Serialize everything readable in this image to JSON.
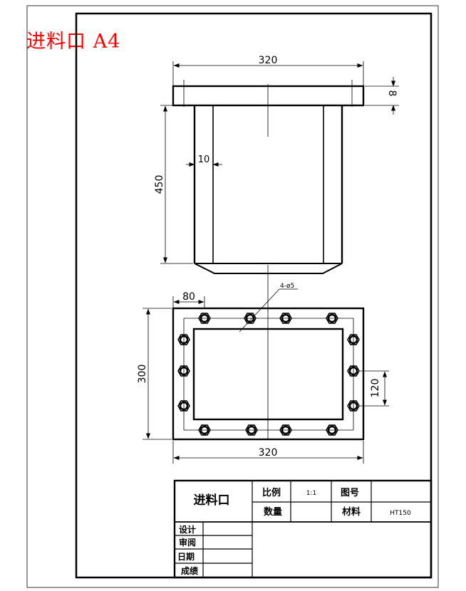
{
  "header": {
    "label": "进料口 A4"
  },
  "dimensions": {
    "top_width": "320",
    "flange_thickness": "8",
    "height": "450",
    "wall": "10",
    "hole_callout": "4-ø5",
    "bolt_offset": "80",
    "plan_height": "300",
    "plan_width": "320",
    "hole_pitch": "120"
  },
  "title_block": {
    "part_name": "进料口",
    "scale_label": "比例",
    "scale_value": "1:1",
    "drawing_no_label": "图号",
    "drawing_no_value": "",
    "quantity_label": "数量",
    "quantity_value": "",
    "material_label": "材料",
    "material_value": "HT150",
    "design_label": "设计",
    "review_label": "审阅",
    "date_label": "日期",
    "grade_label": "成绩"
  },
  "colors": {
    "line": "#000000",
    "title_red": "#ff0000"
  }
}
